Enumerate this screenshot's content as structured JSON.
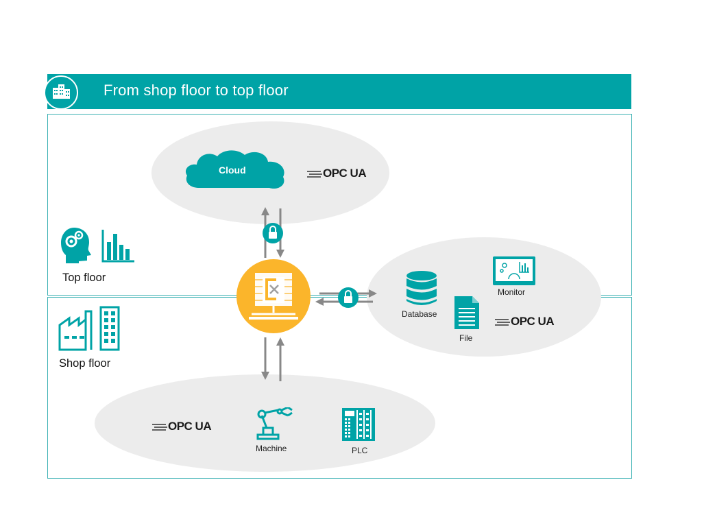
{
  "header": {
    "title": "From shop floor to top floor",
    "icon": "buildings-icon"
  },
  "sections": {
    "top_floor_label": "Top floor",
    "shop_floor_label": "Shop floor"
  },
  "nodes": {
    "cloud": "Cloud",
    "database": "Database",
    "file": "File",
    "monitor": "Monitor",
    "machine": "Machine",
    "plc": "PLC"
  },
  "protocol": {
    "top": "OPC UA",
    "right": "OPC UA",
    "bottom": "OPC UA"
  },
  "colors": {
    "teal": "#00a3a6",
    "hub": "#fbb52b",
    "ellipse": "#ececec",
    "arrow": "#888888"
  }
}
